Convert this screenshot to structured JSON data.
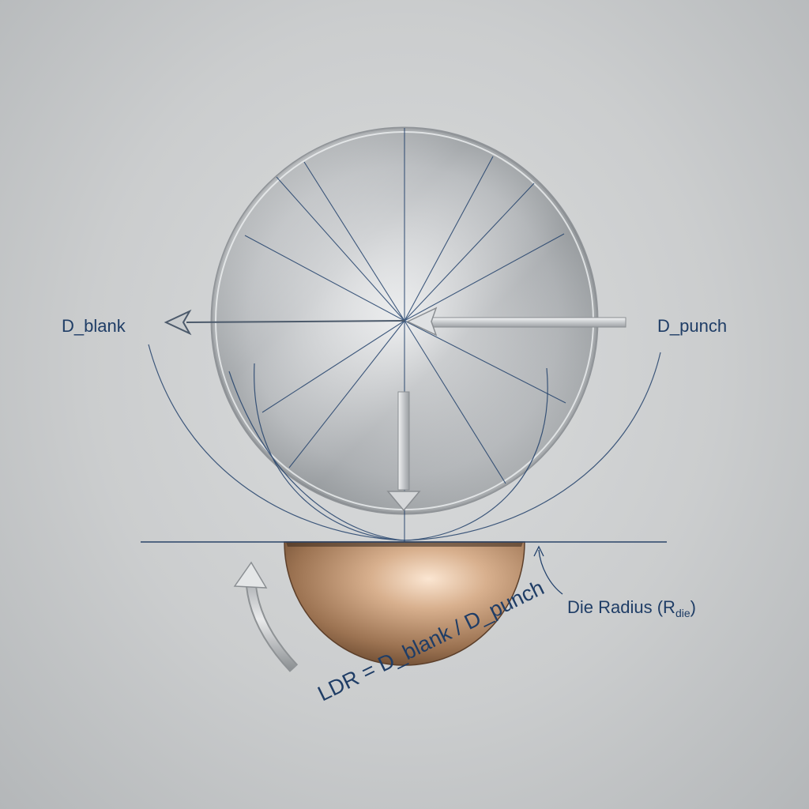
{
  "labels": {
    "d_blank": "D_blank",
    "d_punch": "D_punch",
    "die_radius_main": "Die Radius (R",
    "die_radius_sub": "die",
    "die_radius_close": ")",
    "ldr_formula": "LDR = D_blank / D_punch"
  },
  "colors": {
    "background": "#cbcdce",
    "line": "#22416b",
    "text": "#1f3d66",
    "blank_metal": "#c9cbcd",
    "die_bronze": "#b08a6a"
  }
}
